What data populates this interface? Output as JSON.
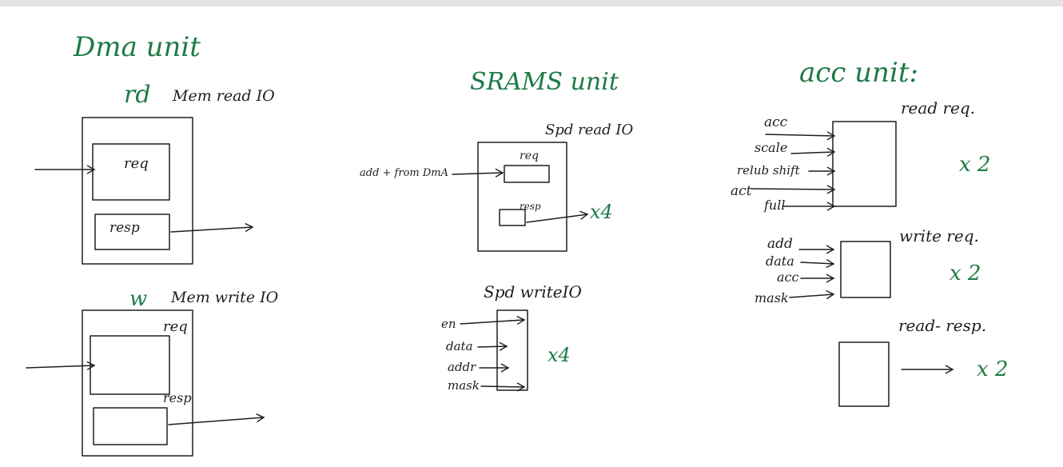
{
  "colors": {
    "ink": "#1e1e1e",
    "green": "#1d7a45",
    "background": "#ffffff"
  },
  "dma": {
    "title": "Dma unit",
    "read": {
      "tag": "rd",
      "label": "Mem read IO",
      "req": "req",
      "resp": "resp"
    },
    "write": {
      "tag": "w",
      "label": "Mem write IO",
      "req": "req",
      "resp": "resp"
    }
  },
  "srams": {
    "title": "SRAMS  unit",
    "read_io": {
      "label": "Spd  read IO",
      "input": "add + from DmA",
      "req": "req",
      "resp": "resp",
      "count": "x4"
    },
    "write_io": {
      "label": "Spd writeIO",
      "inputs": [
        "en",
        "data",
        "addr",
        "mask"
      ],
      "count": "x4"
    }
  },
  "acc": {
    "title": "acc unit:",
    "read_req": {
      "label": "read req.",
      "inputs": [
        "acc",
        "scale",
        "relub shift",
        "act",
        "full"
      ],
      "count": "x 2"
    },
    "write_req": {
      "label": "write req.",
      "inputs": [
        "add",
        "data",
        "acc",
        "mask"
      ],
      "count": "x 2"
    },
    "read_resp": {
      "label": "read- resp.",
      "count": "x 2"
    }
  }
}
